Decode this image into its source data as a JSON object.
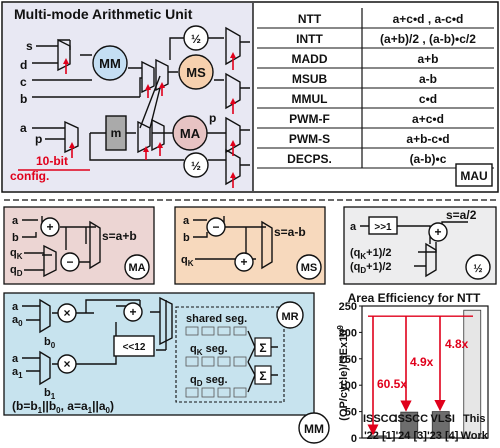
{
  "mau": {
    "title": "Multi-mode Arithmetic Unit",
    "badge": "MAU",
    "inputs": [
      "s",
      "d",
      "c",
      "b",
      "a",
      "p"
    ],
    "blocks": {
      "mm": "MM",
      "ms": "MS",
      "ma": "MA",
      "m": "m",
      "half": "½"
    },
    "config": {
      "label": "10-bit",
      "label2": "config."
    },
    "out_p": "p",
    "modes": [
      {
        "name": "NTT",
        "op": "a+c•d , a-c•d"
      },
      {
        "name": "INTT",
        "op": "(a+b)/2 , (a-b)•c/2"
      },
      {
        "name": "MADD",
        "op": "a+b"
      },
      {
        "name": "MSUB",
        "op": "a-b"
      },
      {
        "name": "MMUL",
        "op": "c•d"
      },
      {
        "name": "PWM-F",
        "op": "a+c•d"
      },
      {
        "name": "PWM-S",
        "op": "a+b-c•d"
      },
      {
        "name": "DECPS.",
        "op": "(a-b)•c"
      }
    ]
  },
  "ma": {
    "a": "a",
    "b": "b",
    "qk": "q",
    "qk_sub": "K",
    "qd": "q",
    "qd_sub": "D",
    "eq": "s=a+b",
    "badge": "MA"
  },
  "ms": {
    "a": "a",
    "b": "b",
    "qk": "q",
    "qk_sub": "K",
    "eq": "s=a-b",
    "badge": "MS"
  },
  "half": {
    "a": "a",
    "shift": ">>1",
    "eq": "s=a/2",
    "qk_pre": "(q",
    "qk_sub": "K",
    "qk_post": "+1)/2",
    "qd_pre": "(q",
    "qd_sub": "D",
    "qd_post": "+1)/2",
    "badge": "½"
  },
  "mm": {
    "a0": "a",
    "a0_sub": "0",
    "b0": "b",
    "b0_sub": "0",
    "a1": "a",
    "a1_sub": "1",
    "b1": "b",
    "b1_sub": "1",
    "shift": "<<12",
    "shared": "shared seg.",
    "qk": "q",
    "qk_sub": "K",
    "qk_post": " seg.",
    "qd": "q",
    "qd_sub": "D",
    "qd_post": " seg.",
    "badge_mr": "MR",
    "badge_mm": "MM",
    "eq": "(b=b",
    "eq_full": [
      "(b=b",
      "1",
      "||b",
      "0",
      ", a=a",
      "1",
      "||a",
      "0",
      ")"
    ]
  },
  "chart_data": {
    "type": "bar",
    "title": "Area Efficiency for NTT",
    "ylabel": "(OP/cycle)/GEx10",
    "ylabel_sup": "9",
    "ylim": [
      0,
      250
    ],
    "yticks": [
      0,
      50,
      100,
      150,
      200,
      250
    ],
    "categories": [
      "ISSCC '22 [1]",
      "ISSCC '24 [3]",
      "VLSI '23 [4]",
      "This Work"
    ],
    "category_lines": [
      [
        "ISSCC",
        "'22 [1]"
      ],
      [
        "ISSCC",
        "'24 [3]"
      ],
      [
        "VLSI",
        "'23 [4]"
      ],
      [
        "This",
        "Work"
      ]
    ],
    "values": [
      4,
      49,
      50,
      242
    ],
    "annotations": [
      "60.5x",
      "4.9x",
      "4.8x"
    ],
    "colors": {
      "bars": "#6d6d6d",
      "this_work": "#e6e6e6",
      "arrow": "#e0001b"
    }
  },
  "colors": {
    "mau_bg": "#e8e8f3",
    "ma_bg": "#ecd5d3",
    "ms_bg": "#f7d9bd",
    "half_bg": "#ededee",
    "mm_bg": "#c7e3ee",
    "mm_node": "#c4def3",
    "ms_node": "#f6d0ae",
    "ma_node": "#e7c3c3",
    "red": "#e0001b"
  }
}
